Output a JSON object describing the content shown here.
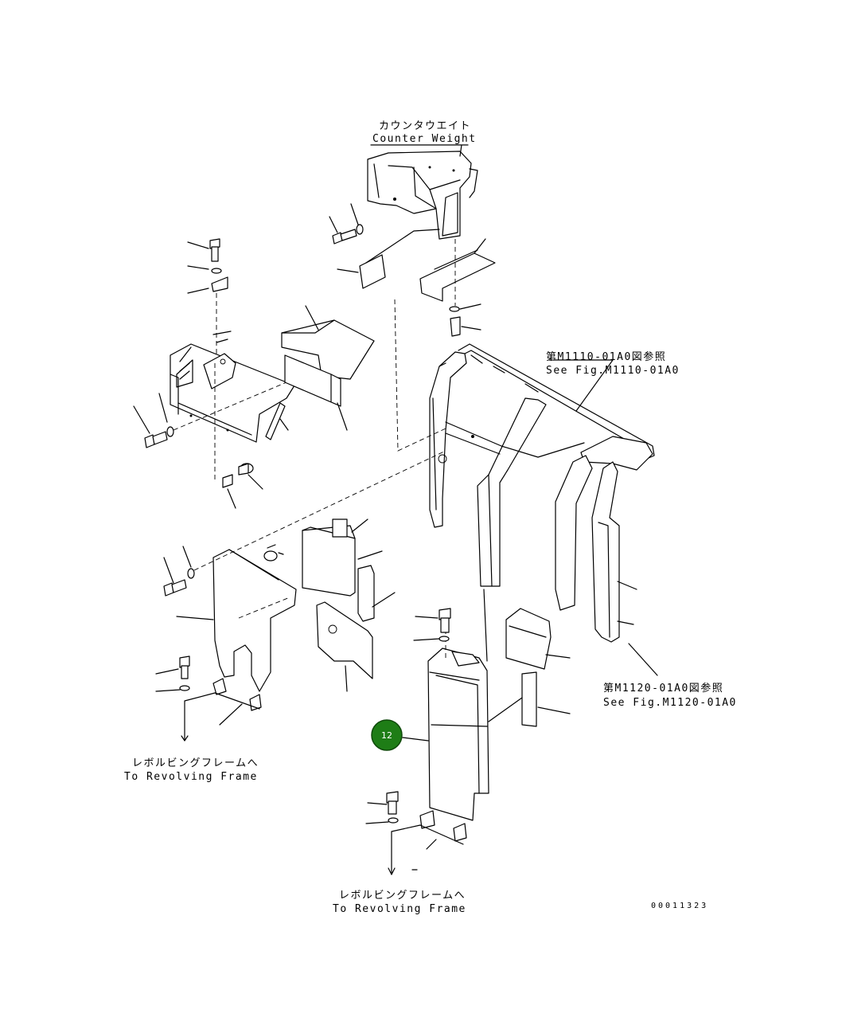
{
  "labels": {
    "counter_weight_jp": "カウンタウエイト",
    "counter_weight_en": "Counter Weight",
    "ref1_jp": "第M1110-01A0図参照",
    "ref1_en": "See Fig.M1110-01A0",
    "ref2_jp": "第M1120-01A0図参照",
    "ref2_en": "See Fig.M1120-01A0",
    "revolving_left_jp": "レボルビングフレームへ",
    "revolving_left_en": "To Revolving Frame",
    "revolving_bottom_jp": "レボルビングフレームへ",
    "revolving_bottom_en": "To Revolving Frame",
    "drawing_number": "00011323"
  },
  "callout": {
    "number": "12",
    "color": "#1e7d16",
    "border_color": "#0f4a0a"
  }
}
